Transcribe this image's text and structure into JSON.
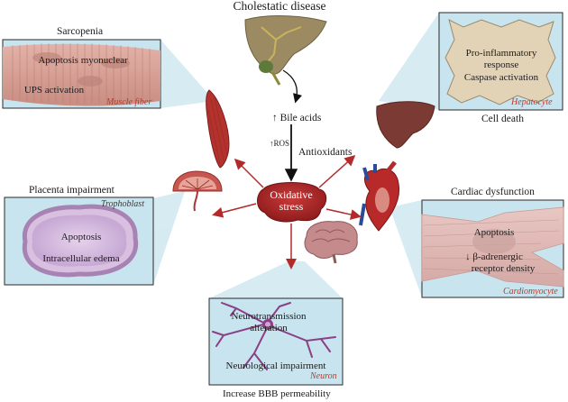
{
  "header": {
    "title": "Cholestatic disease"
  },
  "center": {
    "oxidative_stress": "Oxidative stress",
    "bile_acids": "↑ Bile acids",
    "ros": "↑ROS",
    "antioxidants": "Antioxidants"
  },
  "sarcopenia": {
    "title": "Sarcopenia",
    "line1": "Apoptosis myonuclear",
    "line2": "UPS activation",
    "tag": "Muscle fiber"
  },
  "hepatocyte": {
    "line1": "Pro-inflammatory",
    "line2": "response",
    "line3": "Caspase activation",
    "tag": "Hepatocyte",
    "caption": "Cell death"
  },
  "placenta": {
    "title": "Placenta impairment",
    "tag": "Trophoblast",
    "line1": "Apoptosis",
    "line2": "Intracellular edema"
  },
  "cardiac": {
    "title": "Cardiac dysfunction",
    "line1": "Apoptosis",
    "line2": "↓ β-adrenergic",
    "line3": "receptor density",
    "tag": "Cardiomyocyte"
  },
  "neuron": {
    "line1": "Neurotransmission",
    "line2": "alteration",
    "line3": "Neurological impairment",
    "tag": "Neuron",
    "caption": "Increase BBB permeability"
  },
  "colors": {
    "accent_red": "#b32a2a",
    "box_blue": "#c5e3ee",
    "tag_red": "#c0392b"
  }
}
